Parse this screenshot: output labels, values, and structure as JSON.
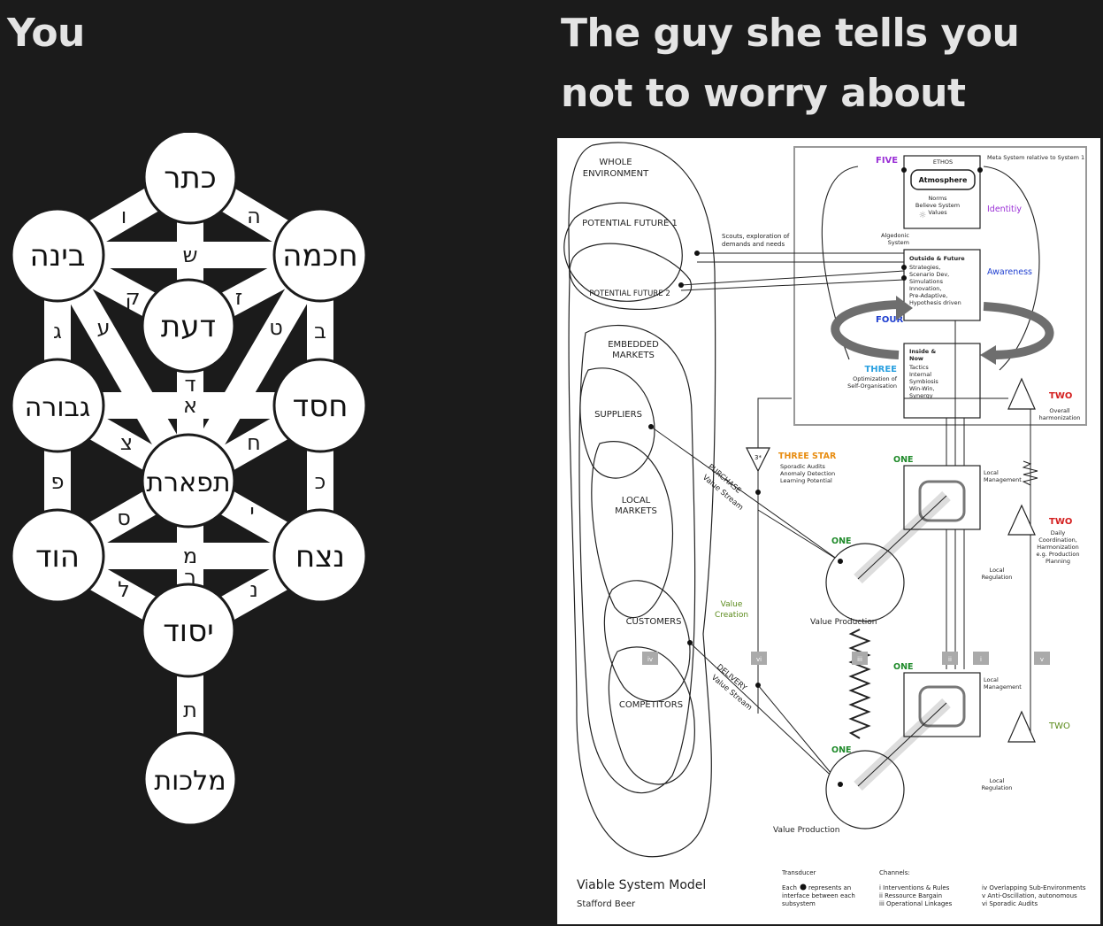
{
  "left_caption": "You",
  "right_caption": "The guy she tells you not to worry about",
  "tree": {
    "sephirot": {
      "keter": "כתר",
      "binah": "בינה",
      "chokhmah": "חכמה",
      "daat": "דעת",
      "gevurah": "גבורה",
      "chesed": "חסד",
      "tiferet": "תפארת",
      "hod": "הוד",
      "netzach": "נצח",
      "yesod": "יסוד",
      "malkuth": "מלכות"
    },
    "letters": {
      "vav": "ו",
      "he": "ה",
      "shin": "ש",
      "qof": "ק",
      "zayin": "ז",
      "gimel": "ג",
      "ayin": "ע",
      "tet": "ט",
      "bet": "ב",
      "dalet": "ד",
      "alef": "א",
      "tsadi": "צ",
      "chet": "ח",
      "pe": "פ",
      "kaf": "כ",
      "samekh": "ס",
      "yod": "י",
      "mem": "מ",
      "resh": "ר",
      "lamed": "ל",
      "nun": "נ",
      "tav": "ת"
    }
  },
  "vsm": {
    "whole_environment": [
      "WHOLE",
      "ENVIRONMENT"
    ],
    "potential_future_1": "POTENTIAL FUTURE  1",
    "potential_future_2": "POTENTIAL FUTURE  2",
    "scouts": [
      "Scouts, exploration of",
      "demands and needs"
    ],
    "embedded_markets": [
      "EMBEDDED",
      "MARKETS"
    ],
    "suppliers": "SUPPLIERS",
    "local_markets": [
      "LOCAL",
      "MARKETS"
    ],
    "customers": "CUSTOMERS",
    "competitors": "COMPETITORS",
    "purchase": [
      "PURCHASE",
      "Value Stream"
    ],
    "delivery": [
      "DELIVERY",
      "Value Stream"
    ],
    "value_creation": [
      "Value",
      "Creation"
    ],
    "value_production": "Value Production",
    "five": "FIVE",
    "ethos": "ETHOS",
    "meta_system": "Meta System relative to System 1",
    "atmosphere": "Atmosphere",
    "norms": [
      "Norms",
      "Believe System",
      "Values"
    ],
    "identity": "Identitiy",
    "algedonic": [
      "Algedonic",
      "System"
    ],
    "outside_future": [
      "Outside & Future",
      "Strategies,",
      "Scenario Dev,",
      "Simulations",
      "Innovation,",
      "Pre-Adaptive,",
      "Hypothesis driven"
    ],
    "awareness": "Awareness",
    "four": "FOUR",
    "three": "THREE",
    "optimization": [
      "Optimization of",
      "Self-Organisation"
    ],
    "inside_now": [
      "Inside &",
      "Now",
      "Tactics",
      "Internal",
      "Symbiosis",
      "Win-Win,",
      "Synergy"
    ],
    "two": "TWO",
    "overall_harmonization": [
      "Overall",
      "harmonization"
    ],
    "three_star": "THREE STAR",
    "three_star_symbol": "3*",
    "three_star_items": [
      "Sporadic Audits",
      "Anomaly Detection",
      "Learning Potential"
    ],
    "one": "ONE",
    "local_management": [
      "Local",
      "Management"
    ],
    "daily_coordination": [
      "Daily",
      "Coordination,",
      "Harmonization",
      "e.g. Production",
      "Planning"
    ],
    "local_regulation": [
      "Local",
      "Regulation"
    ],
    "roman": [
      "iv",
      "vi",
      "iii",
      "ii",
      "i",
      "v"
    ],
    "title": "Viable System Model",
    "author": "Stafford Beer",
    "transducer_title": "Transducer",
    "transducer_text": [
      "Each",
      "represents an",
      "interface between each",
      "subsystem"
    ],
    "channels_title": "Channels:",
    "channels_col1": [
      "i Interventions & Rules",
      "ii Ressource Bargain",
      "iii Operational Linkages"
    ],
    "channels_col2": [
      "iv Overlapping Sub-Environments",
      "v Anti-Oscillation, autonomous",
      "vi Sporadic Audits"
    ],
    "colors": {
      "five": "#9a2fd6",
      "four": "#1f3fd0",
      "three": "#2aa0e0",
      "two": "#d42020",
      "three_star": "#e88d12",
      "one": "#1f8a2a",
      "value": "#5a8a1a"
    }
  }
}
